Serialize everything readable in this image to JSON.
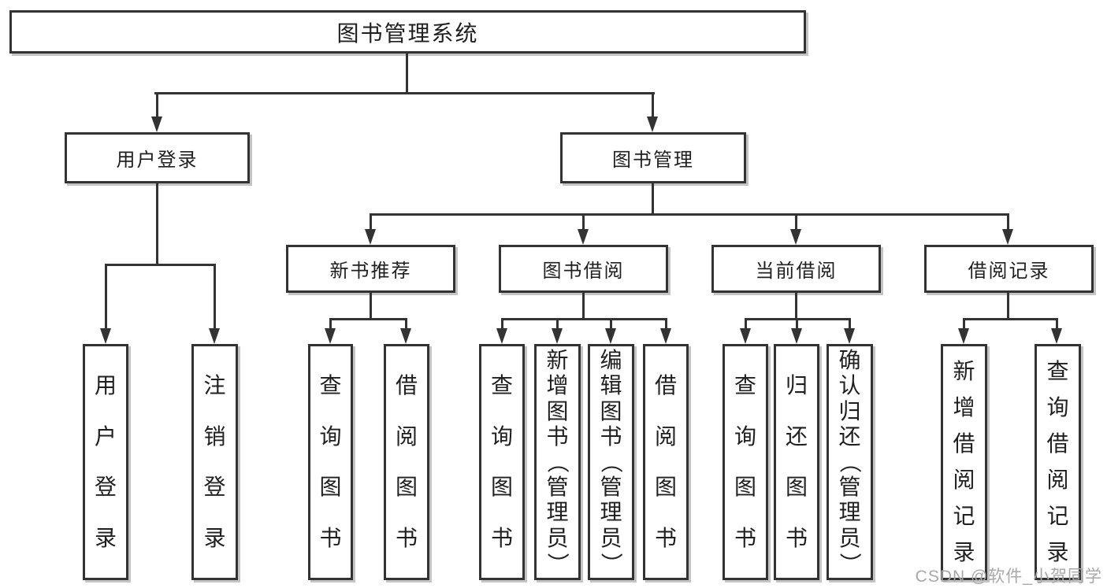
{
  "diagram": {
    "colors": {
      "line": "#333333",
      "box_border": "#333333",
      "text": "#1f1f1f",
      "box_shadow": "#c4c4c4",
      "watermark": "#a8a8a8",
      "background": "#ffffff"
    },
    "root": {
      "label": "图书管理系统"
    },
    "level2": {
      "user_login": {
        "label": "用户登录",
        "children": [
          {
            "label": "用户登录"
          },
          {
            "label": "注销登录"
          }
        ]
      },
      "book_mgmt": {
        "label": "图书管理",
        "children": [
          {
            "label": "新书推荐",
            "children": [
              {
                "label": "查询图书"
              },
              {
                "label": "借阅图书"
              }
            ]
          },
          {
            "label": "图书借阅",
            "children": [
              {
                "label": "查询图书"
              },
              {
                "label": "新增图书（管理员）"
              },
              {
                "label": "编辑图书（管理员）"
              },
              {
                "label": "借阅图书"
              }
            ]
          },
          {
            "label": "当前借阅",
            "children": [
              {
                "label": "查询图书"
              },
              {
                "label": "归还图书"
              },
              {
                "label": "确认归还（管理员）"
              }
            ]
          },
          {
            "label": "借阅记录",
            "children": [
              {
                "label": "新增借阅记录"
              },
              {
                "label": "查询借阅记录"
              }
            ]
          }
        ]
      }
    },
    "watermark": {
      "text": "CSDN @软件_小贺同学"
    }
  }
}
